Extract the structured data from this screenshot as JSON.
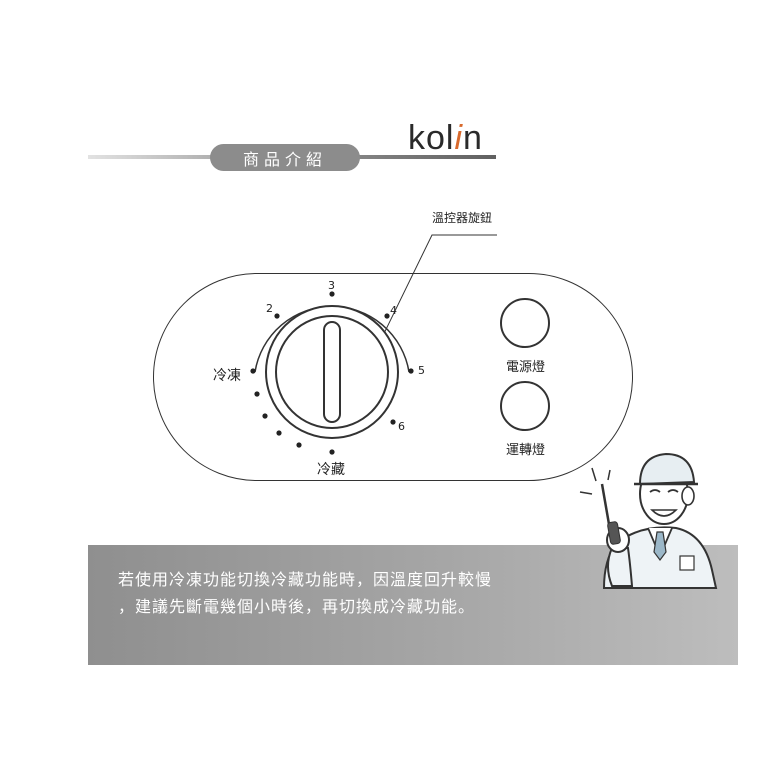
{
  "header": {
    "section_label": "商品介紹",
    "brand_prefix": "kol",
    "brand_accent": "i",
    "brand_suffix": "n"
  },
  "control_panel": {
    "pointer_label": "溫控器旋鈕",
    "dial_numbers": [
      "2",
      "3",
      "4",
      "5",
      "6"
    ],
    "freeze_label": "冷凍",
    "chill_label": "冷藏",
    "power_light_label": "電源燈",
    "running_light_label": "運轉燈"
  },
  "notice": {
    "line1": "若使用冷凍功能切換冷藏功能時，因溫度回升較慢",
    "line2": "，建議先斷電幾個小時後，再切換成冷藏功能。"
  },
  "colors": {
    "accent": "#d8692c",
    "band": "#a6a6a6",
    "pill": "#8c8c8c"
  },
  "icons": {
    "mascot": "technician-with-screwdriver-icon"
  }
}
